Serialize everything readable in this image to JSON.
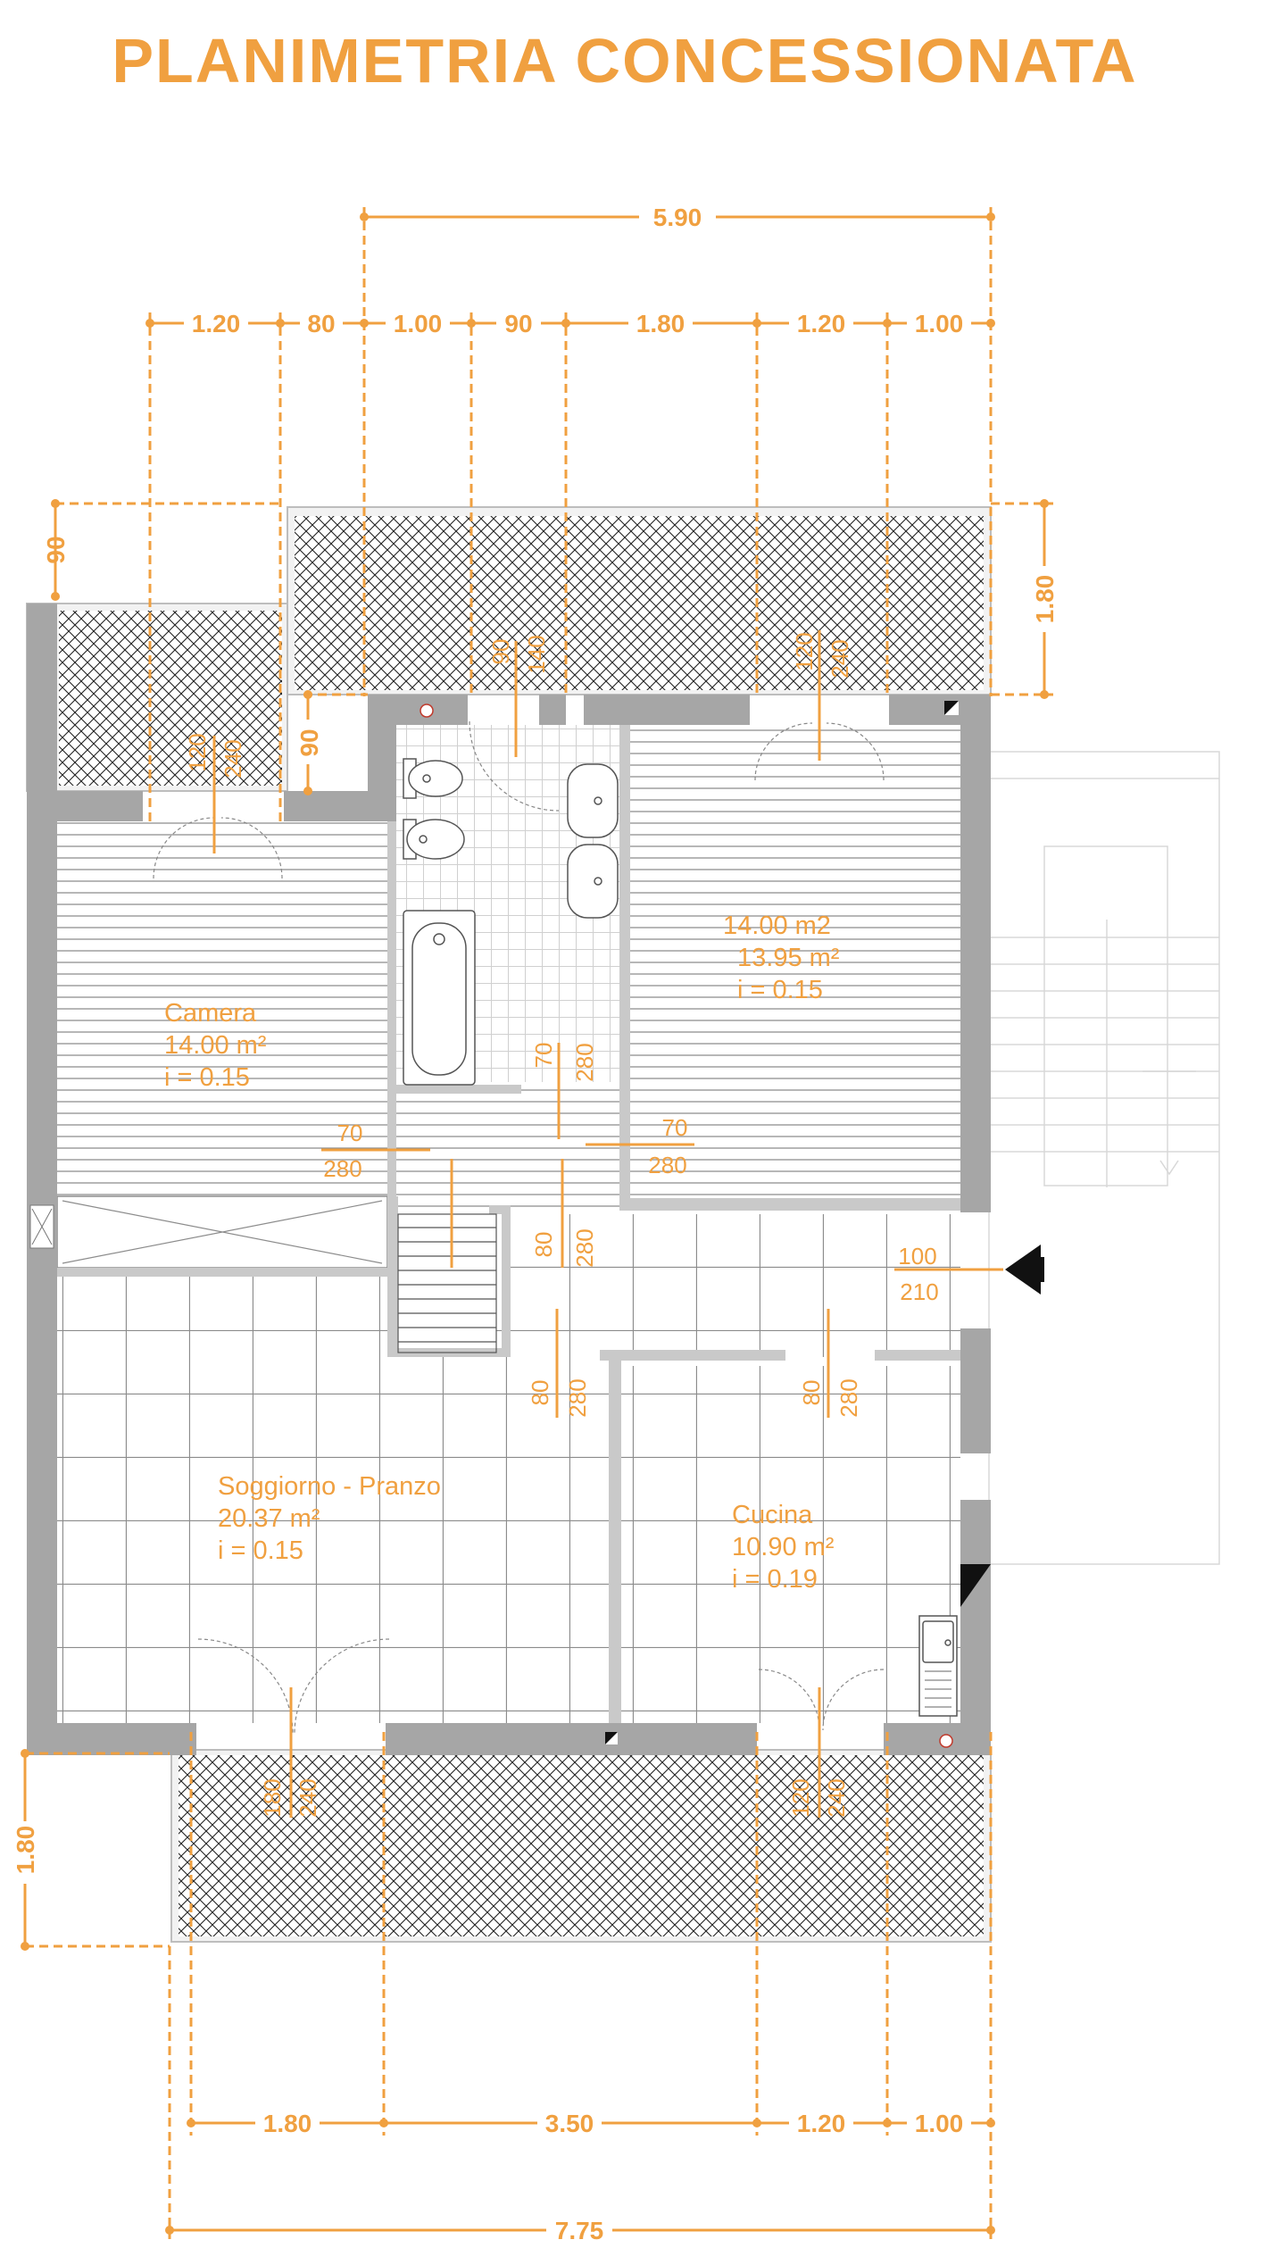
{
  "title": "PLANIMETRIA CONCESSIONATA",
  "colors": {
    "accent": "#F0A040",
    "wall": "#A6A6A6",
    "wall_light": "#C9C9C9",
    "floor_line": "#8C8C8C",
    "black": "#111111"
  },
  "dimensions": {
    "top_total": "5.90",
    "top_segments": [
      "1.20",
      "80",
      "1.00",
      "90",
      "1.80",
      "1.20",
      "1.00"
    ],
    "bottom_segments": [
      "1.80",
      "3.50",
      "1.20",
      "1.00"
    ],
    "bottom_total": "7.75",
    "left_top": "90",
    "left_bottom": "1.80",
    "right_top": "1.80",
    "balcony_left_inner": "90"
  },
  "openings": {
    "bath_window_a": "90",
    "bath_window_b": "140",
    "bedroom2_window_a": "120",
    "bedroom2_window_b": "240",
    "bedroom1_window_a": "120",
    "bedroom1_window_b": "240",
    "door_bath_a": "70",
    "door_bath_b": "280",
    "door_bedroom1_a": "70",
    "door_bedroom1_b": "280",
    "door_bedroom2_a": "70",
    "door_bedroom2_b": "280",
    "door_hall_a": "80",
    "door_hall_b": "280",
    "entry_a": "100",
    "entry_b": "210",
    "door_living_a": "80",
    "door_living_b": "280",
    "door_kitchen_a": "80",
    "door_kitchen_b": "280",
    "living_window_a": "180",
    "living_window_b": "240",
    "kitchen_window_a": "120",
    "kitchen_window_b": "240"
  },
  "rooms": {
    "camera": {
      "name": "Camera",
      "area": "14.00 m²",
      "slope": "i = 0.15"
    },
    "camera2": {
      "area_a": "14.00 m2",
      "area_b": "13.95 m²",
      "slope": "i = 0.15"
    },
    "soggiorno": {
      "name": "Soggiorno - Pranzo",
      "area": "20.37 m²",
      "slope": "i = 0.15"
    },
    "cucina": {
      "name": "Cucina",
      "area": "10.90 m²",
      "slope": "i = 0.19"
    }
  },
  "icons": [
    "entrance-arrow-icon",
    "bathtub-icon",
    "bidet-icon",
    "toilet-icon",
    "sink-icon",
    "kitchen-sink-icon",
    "staircase-icon"
  ]
}
